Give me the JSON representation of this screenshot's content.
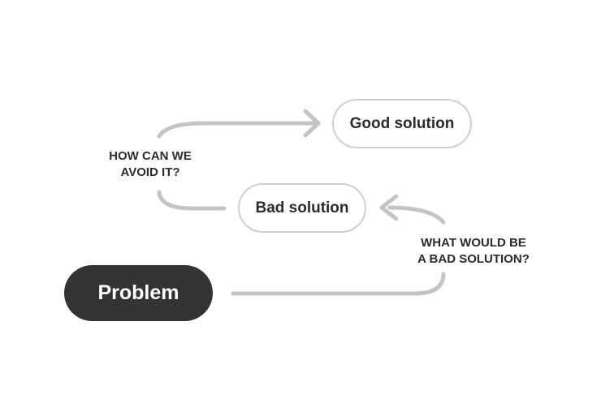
{
  "nodes": {
    "good_solution": "Good solution",
    "bad_solution": "Bad solution",
    "problem": "Problem"
  },
  "captions": {
    "avoid": [
      "HOW CAN WE",
      "AVOID IT?"
    ],
    "bad": [
      "WHAT WOULD BE",
      "A BAD SOLUTION?"
    ]
  },
  "colors": {
    "connector": "#c4c4c4",
    "outline": "#cfcfcf",
    "dark_fill": "#333334",
    "text": "#2b2b2b"
  }
}
